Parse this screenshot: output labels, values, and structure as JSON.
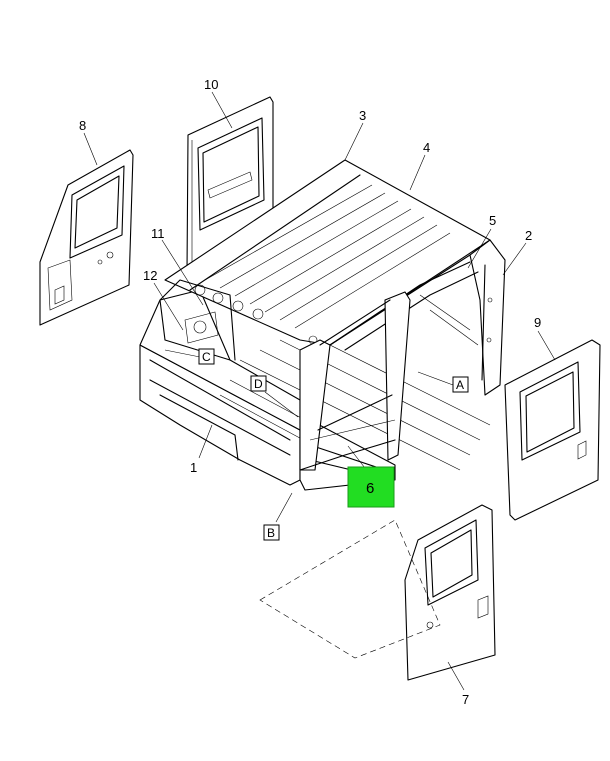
{
  "callouts": {
    "n1": "1",
    "n2": "2",
    "n3": "3",
    "n4": "4",
    "n5": "5",
    "n6": "6",
    "n7": "7",
    "n8": "8",
    "n9": "9",
    "n10": "10",
    "n11": "11",
    "n12": "12"
  },
  "references": {
    "A": "A",
    "B": "B",
    "C": "C",
    "D": "D"
  },
  "highlight": {
    "label": "6",
    "color": "#22dd22"
  }
}
